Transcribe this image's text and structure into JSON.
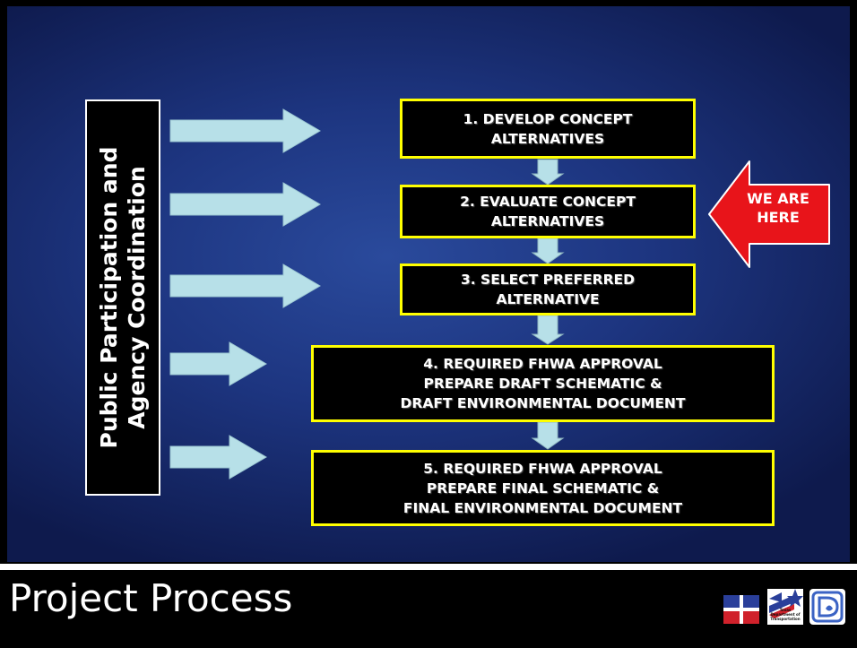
{
  "side_label": {
    "line1": "Public Participation and",
    "line2": "Agency Coordination"
  },
  "steps": [
    {
      "line1": "1. DEVELOP CONCEPT",
      "line2": "ALTERNATIVES"
    },
    {
      "line1": "2. EVALUATE CONCEPT",
      "line2": "ALTERNATIVES"
    },
    {
      "line1": "3. SELECT PREFERRED",
      "line2": "ALTERNATIVE"
    },
    {
      "line1": "4. REQUIRED FHWA APPROVAL",
      "line2": "PREPARE DRAFT SCHEMATIC &",
      "line3": "DRAFT ENVIRONMENTAL DOCUMENT"
    },
    {
      "line1": "5. REQUIRED FHWA APPROVAL",
      "line2": "PREPARE FINAL SCHEMATIC &",
      "line3": "FINAL ENVIRONMENTAL DOCUMENT"
    }
  ],
  "marker": {
    "line1": "WE ARE",
    "line2": "HERE"
  },
  "footer": {
    "title": "Project Process",
    "txdot_text": "Texas Department of Transportation"
  },
  "colors": {
    "panel": "#1d3580",
    "arrow_fill": "#b7e0e8",
    "step_border": "#ffff00",
    "marker_red": "#e8141a"
  }
}
